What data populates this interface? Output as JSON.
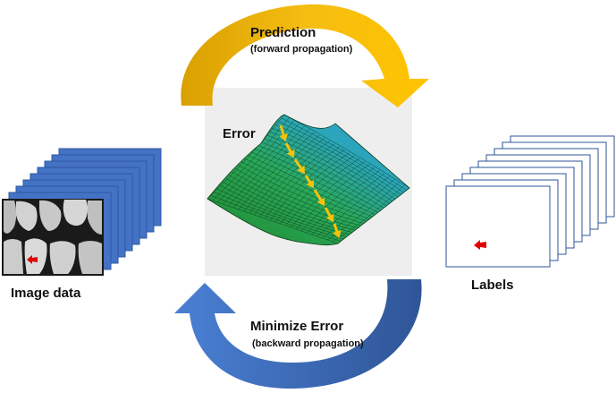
{
  "diagram": {
    "forward": {
      "title": "Prediction",
      "subtitle": "(forward propagation)"
    },
    "backward": {
      "title": "Minimize Error",
      "subtitle": "(backward propagation)"
    },
    "surface_label": "Error",
    "left_label": "Image data",
    "right_label": "Labels"
  },
  "colors": {
    "forward_arrow": "#f2b800",
    "backward_arrow": "#3c6fc0",
    "image_stack": "#4472c4",
    "panel_bg": "#eeeeee",
    "surface_green": "#21a040",
    "surface_blue": "#2f8fd0",
    "descent_arrow": "#f6c20a",
    "marker": "#e00000"
  },
  "icons": {
    "forward": "curved-arrow-right-icon",
    "backward": "curved-arrow-left-icon",
    "descent": "gradient-descent-arrows-icon"
  }
}
